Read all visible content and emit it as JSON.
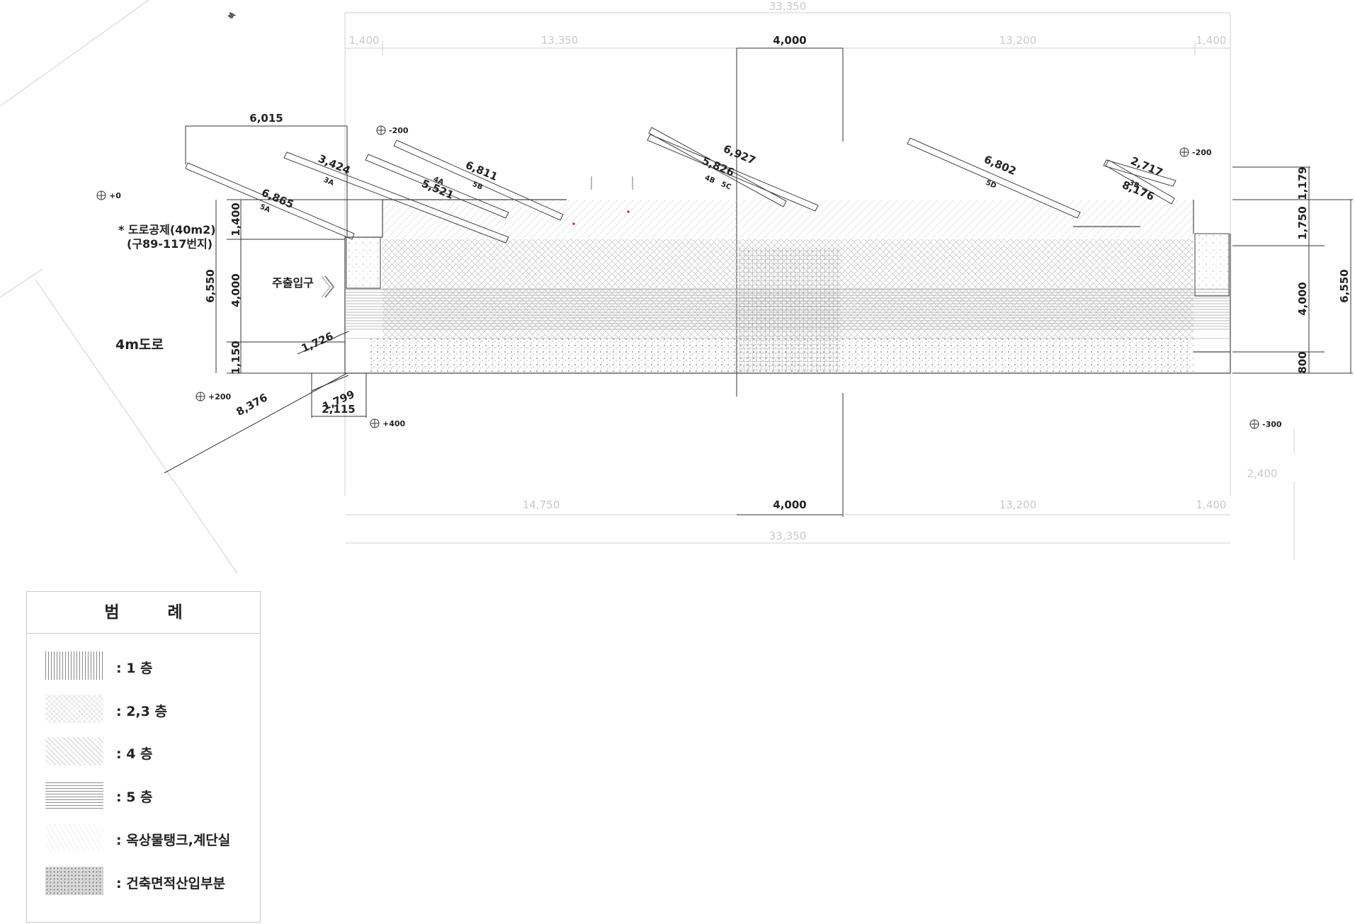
{
  "dimensions": {
    "top_total": "33,350",
    "top_segments": [
      "1,400",
      "13,350",
      "4,000",
      "13,200",
      "1,400"
    ],
    "bottom_total": "33,350",
    "bottom_segments": [
      "14,750",
      "4,000",
      "13,200",
      "1,400"
    ],
    "right_offset": "2,400",
    "left_top": "6,015",
    "left_heights": [
      "1,400",
      "4,000",
      "1,150"
    ],
    "left_total": "6,550",
    "right_heights": [
      "1,179",
      "1,750",
      "4,000",
      "800"
    ],
    "right_total": "6,550",
    "entry_diag_1": "1,726",
    "entry_diag_2": "1,799",
    "entry_width": "2,115",
    "road_diag": "8,376",
    "slants": [
      "6,865",
      "3,424",
      "5,521",
      "6,811",
      "5,826",
      "6,927",
      "6,802",
      "2,717",
      "8,176"
    ]
  },
  "zones": [
    "5A",
    "3A",
    "4A",
    "5B",
    "4B",
    "5C",
    "5D",
    "3B"
  ],
  "levels": [
    "+0",
    "-200",
    "-200",
    "+200",
    "+400",
    "-300"
  ],
  "notes": {
    "road_deduction_1": "* 도로공제(40m2)",
    "road_deduction_2": "(구89-117번지)",
    "main_entrance": "주출입구",
    "road": "4m도로",
    "north_mark": "북"
  },
  "legend": {
    "title": "범 례",
    "items": [
      {
        "pattern": "vertical-lines",
        "label": ": 1 층"
      },
      {
        "pattern": "light-crosshatch",
        "label": ": 2,3 층"
      },
      {
        "pattern": "diagonal-hatch",
        "label": ": 4 층"
      },
      {
        "pattern": "horizontal-lines",
        "label": ": 5 층"
      },
      {
        "pattern": "light-dots",
        "label": ": 옥상물탱크,계단실"
      },
      {
        "pattern": "stipple",
        "label": ": 건축면적산입부분"
      }
    ]
  },
  "colors": {
    "line": "#333333",
    "hatch": "#b8b8b8",
    "light_dim": "#c9c9c9",
    "accent": "#cc3366"
  }
}
